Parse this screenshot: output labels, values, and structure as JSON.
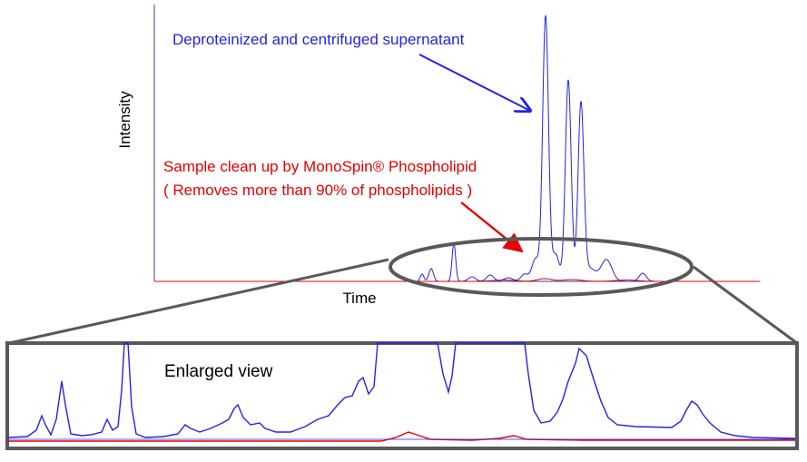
{
  "chart_data": [
    {
      "type": "line",
      "xlabel": "Time",
      "ylabel": "Intensity",
      "annotations": [
        {
          "text": "Deproteinized and centrifuged supernatant",
          "color": "#2323e6"
        },
        {
          "text": "Sample clean up by MonoSpin® Phospholipid",
          "color": "#e60000"
        },
        {
          "text": "( Removes more than 90% of phospholipids )",
          "color": "#e60000"
        }
      ],
      "series": [
        {
          "color": "#2323e6",
          "peaks": [
            {
              "x": 465,
              "h": 8,
              "w": 2
            },
            {
              "x": 475,
              "h": 14,
              "w": 2.5
            },
            {
              "x": 500,
              "h": 42,
              "w": 2
            },
            {
              "x": 520,
              "h": 5,
              "w": 4
            },
            {
              "x": 540,
              "h": 7,
              "w": 4
            },
            {
              "x": 560,
              "h": 4,
              "w": 5
            },
            {
              "x": 578,
              "h": 8,
              "w": 4
            },
            {
              "x": 590,
              "h": 25,
              "w": 4
            },
            {
              "x": 601,
              "h": 292,
              "w": 3.2
            },
            {
              "x": 612,
              "h": 30,
              "w": 4
            },
            {
              "x": 626,
              "h": 222,
              "w": 3.2
            },
            {
              "x": 640,
              "h": 195,
              "w": 3.2
            },
            {
              "x": 650,
              "h": 14,
              "w": 6
            },
            {
              "x": 668,
              "h": 24,
              "w": 6
            },
            {
              "x": 708,
              "h": 9,
              "w": 4
            }
          ]
        },
        {
          "color": "#e60000",
          "peaks": [
            {
              "x": 555,
              "h": 1.5,
              "w": 12
            },
            {
              "x": 600,
              "h": 3,
              "w": 8
            },
            {
              "x": 630,
              "h": 2,
              "w": 10
            },
            {
              "x": 690,
              "h": 1.5,
              "w": 12
            }
          ]
        }
      ]
    },
    {
      "type": "line",
      "title": "Enlarged view",
      "series": [
        {
          "color": "#2323e6",
          "points": [
            [
              8,
              482
            ],
            [
              30,
              481
            ],
            [
              40,
              474
            ],
            [
              46,
              458
            ],
            [
              50,
              468
            ],
            [
              56,
              479
            ],
            [
              62,
              462
            ],
            [
              68,
              420
            ],
            [
              72,
              446
            ],
            [
              78,
              478
            ],
            [
              90,
              480
            ],
            [
              100,
              479
            ],
            [
              112,
              476
            ],
            [
              118,
              462
            ],
            [
              124,
              474
            ],
            [
              130,
              470
            ],
            [
              134,
              430
            ],
            [
              137,
              378
            ],
            [
              141,
              378
            ],
            [
              145,
              448
            ],
            [
              150,
              478
            ],
            [
              160,
              482
            ],
            [
              180,
              481
            ],
            [
              196,
              478
            ],
            [
              204,
              468
            ],
            [
              210,
              472
            ],
            [
              220,
              476
            ],
            [
              232,
              472
            ],
            [
              245,
              466
            ],
            [
              252,
              462
            ],
            [
              258,
              450
            ],
            [
              262,
              446
            ],
            [
              268,
              460
            ],
            [
              276,
              468
            ],
            [
              286,
              466
            ],
            [
              292,
              472
            ],
            [
              304,
              476
            ],
            [
              320,
              476
            ],
            [
              336,
              470
            ],
            [
              350,
              462
            ],
            [
              362,
              458
            ],
            [
              372,
              446
            ],
            [
              380,
              438
            ],
            [
              388,
              436
            ],
            [
              395,
              420
            ],
            [
              400,
              416
            ],
            [
              406,
              434
            ],
            [
              412,
              426
            ],
            [
              416,
              378
            ],
            [
              482,
              378
            ],
            [
              488,
              412
            ],
            [
              494,
              432
            ],
            [
              498,
              414
            ],
            [
              502,
              378
            ],
            [
              578,
              378
            ],
            [
              582,
              412
            ],
            [
              588,
              452
            ],
            [
              596,
              466
            ],
            [
              606,
              464
            ],
            [
              614,
              454
            ],
            [
              620,
              440
            ],
            [
              626,
              420
            ],
            [
              634,
              400
            ],
            [
              638,
              384
            ],
            [
              646,
              392
            ],
            [
              654,
              418
            ],
            [
              662,
              442
            ],
            [
              670,
              460
            ],
            [
              680,
              468
            ],
            [
              700,
              470
            ],
            [
              740,
              471
            ],
            [
              750,
              464
            ],
            [
              756,
              452
            ],
            [
              762,
              442
            ],
            [
              768,
              446
            ],
            [
              774,
              456
            ],
            [
              782,
              466
            ],
            [
              794,
              476
            ],
            [
              810,
              480
            ],
            [
              830,
              482
            ],
            [
              876,
              483
            ]
          ]
        },
        {
          "color": "#e60000",
          "points": [
            [
              8,
              486
            ],
            [
              420,
              486
            ],
            [
              436,
              482
            ],
            [
              450,
              476
            ],
            [
              462,
              480
            ],
            [
              474,
              484
            ],
            [
              520,
              485
            ],
            [
              550,
              483
            ],
            [
              566,
              480
            ],
            [
              580,
              484
            ],
            [
              640,
              485
            ],
            [
              876,
              485
            ]
          ]
        }
      ]
    }
  ]
}
